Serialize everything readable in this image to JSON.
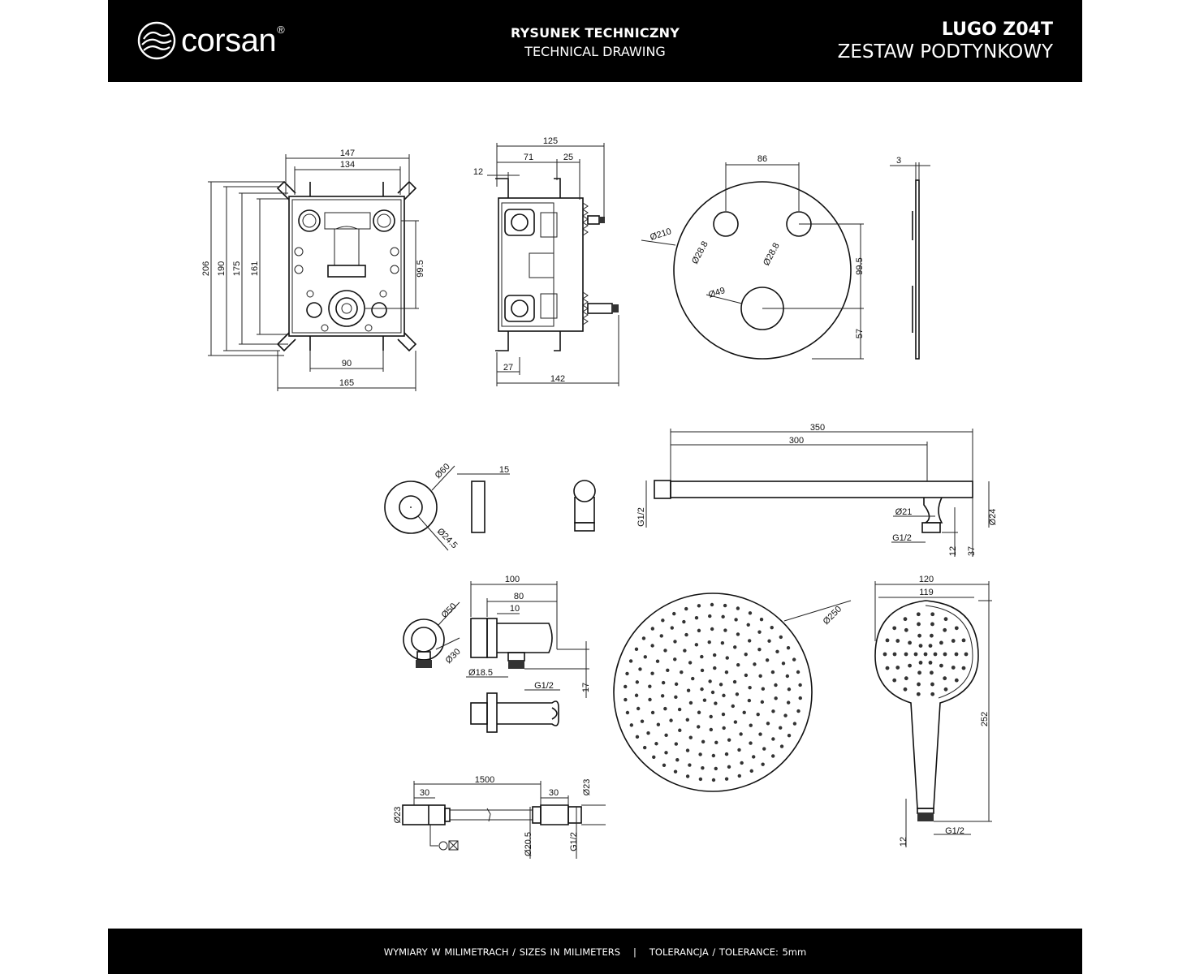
{
  "header": {
    "brand": "corsan",
    "brand_mark": "®",
    "doc_type_pl": "RYSUNEK TECHNICZNY",
    "doc_type_en": "TECHNICAL DRAWING",
    "product_name": "LUGO Z04T",
    "product_type": "ZESTAW PODTYNKOWY"
  },
  "footer": {
    "units": "WYMIARY W MILIMETRACH / SIZES IN MILIMETERS",
    "separator": "|",
    "tolerance": "TOLERANCJA / TOLERANCE: 5mm"
  },
  "dimensions": {
    "box_front": {
      "w1": "147",
      "w2": "134",
      "h1": "206",
      "h2": "190",
      "h3": "175",
      "h4": "161",
      "h5": "99.5",
      "w3": "90",
      "w4": "165"
    },
    "box_side": {
      "w1": "125",
      "w2": "71",
      "w3": "25",
      "w4": "12",
      "w5": "27",
      "w6": "142"
    },
    "cover_plate": {
      "spacing": "86",
      "dia_plate": "Ø210",
      "dia_knob1": "Ø28.8",
      "dia_knob2": "Ø28.8",
      "height": "99.5",
      "dia_center": "Ø49",
      "bottom": "57",
      "thickness": "3"
    },
    "rosette": {
      "dia_outer": "Ø60",
      "dia_inner": "Ø24.5",
      "depth": "15"
    },
    "shower_arm": {
      "length_total": "350",
      "length_arm": "300",
      "thread_wall": "G1/2",
      "dia_nut": "Ø21",
      "dia_arm": "Ø24",
      "thread_out": "G1/2",
      "h1": "12",
      "h2": "37"
    },
    "wall_outlet": {
      "w1": "100",
      "w2": "80",
      "w3": "10",
      "dia_outer": "Ø50",
      "dia_inner": "Ø30",
      "dia_outlet": "Ø18.5",
      "thread": "G1/2",
      "h": "17"
    },
    "rain_shower": {
      "dia": "Ø250"
    },
    "hand_shower": {
      "w1": "120",
      "w2": "119",
      "length": "252",
      "h": "12",
      "thread": "G1/2"
    },
    "hose": {
      "length": "1500",
      "end1": "30",
      "end2": "30",
      "dia_end_r": "Ø23",
      "dia_end_l": "Ø23",
      "dia_mid": "Ø20.5",
      "thread": "G1/2"
    }
  }
}
